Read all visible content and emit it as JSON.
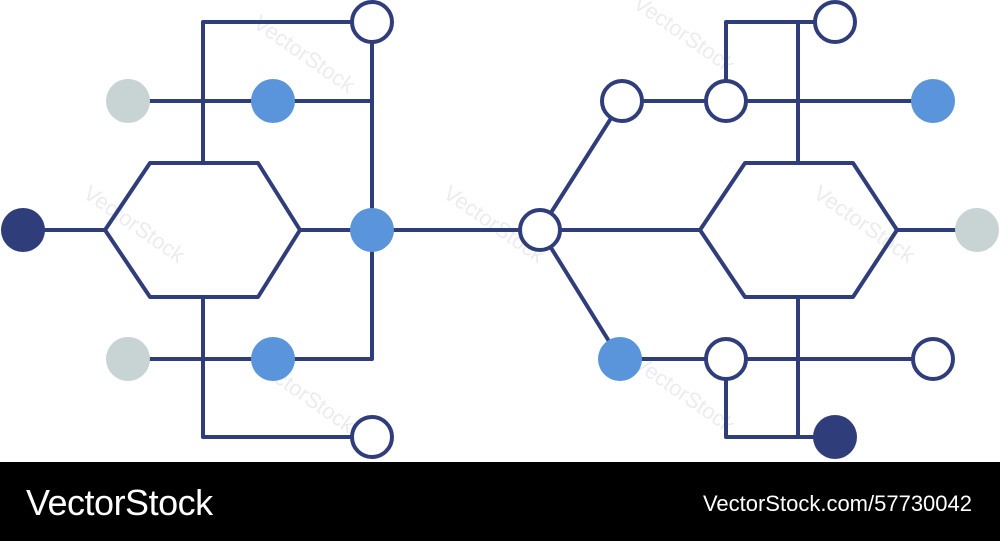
{
  "diagram": {
    "stroke_color": "#2f3d7a",
    "palette": {
      "navy": "#2f3d7a",
      "blue": "#5a95dc",
      "gray": "#c8d3d3",
      "white": "#ffffff"
    }
  },
  "watermark": {
    "text": "VectorStock"
  },
  "footer": {
    "brand": "VectorStock",
    "image_id": "VectorStock.com/57730042",
    "background": "#000000",
    "text_color": "#ffffff"
  }
}
